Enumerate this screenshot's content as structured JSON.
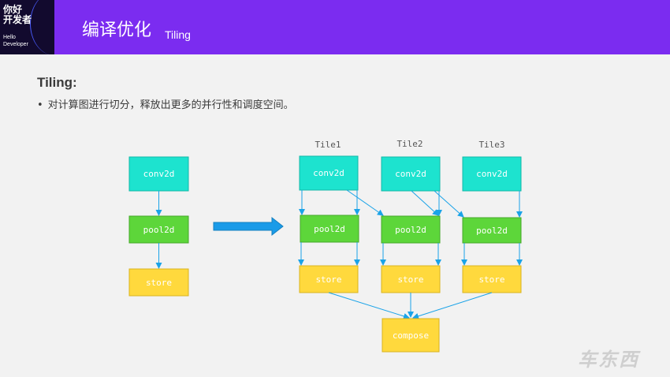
{
  "header": {
    "logo": {
      "line1": "你好",
      "line2": "开发者",
      "line3": "Hello",
      "line4": "Developer"
    },
    "title_cn": "编译优化",
    "title_en": "Tiling",
    "background_color": "#7b2cf0"
  },
  "content": {
    "heading": "Tiling:",
    "bullet_dot": "•",
    "bullet_text": "对计算图进行切分，释放出更多的并行性和调度空间。"
  },
  "diagram": {
    "colors": {
      "conv2d": "#1de3cf",
      "pool2d": "#5dd63a",
      "store": "#ffd93d",
      "compose": "#ffd93d",
      "edge": "#1aa3e8",
      "big_arrow": "#1a9be8"
    },
    "left": {
      "conv2d": "conv2d",
      "pool2d": "pool2d",
      "store": "store"
    },
    "tiles": [
      {
        "label": "Tile1",
        "conv2d": "conv2d",
        "pool2d": "pool2d",
        "store": "store"
      },
      {
        "label": "Tile2",
        "conv2d": "conv2d",
        "pool2d": "pool2d",
        "store": "store"
      },
      {
        "label": "Tile3",
        "conv2d": "conv2d",
        "pool2d": "pool2d",
        "store": "store"
      }
    ],
    "compose": "compose"
  },
  "watermark": "车东西"
}
